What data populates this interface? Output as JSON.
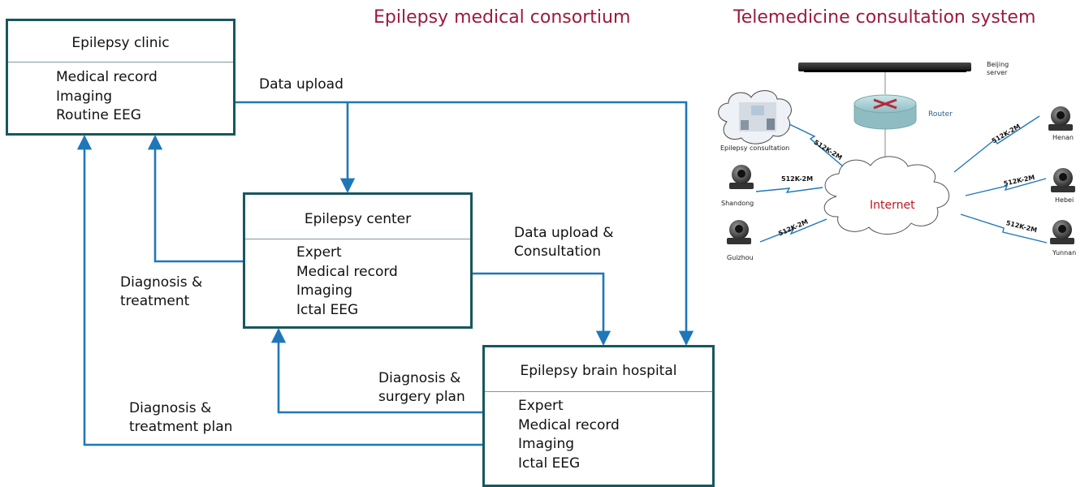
{
  "titles": {
    "consortium": "Epilepsy medical consortium",
    "telemedicine": "Telemedicine consultation system"
  },
  "clinic": {
    "title": "Epilepsy clinic",
    "items": [
      "Medical record",
      "Imaging",
      "Routine EEG"
    ]
  },
  "center": {
    "title": "Epilepsy center",
    "items": [
      "Expert",
      "Medical record",
      "Imaging",
      "Ictal EEG"
    ]
  },
  "hospital": {
    "title": "Epilepsy brain hospital",
    "items": [
      "Expert",
      "Medical record",
      "Imaging",
      "Ictal EEG"
    ]
  },
  "flows": {
    "data_upload": "Data upload",
    "data_upload_consultation": [
      "Data upload &",
      "Consultation"
    ],
    "diagnosis_treatment": [
      "Diagnosis &",
      "treatment"
    ],
    "diagnosis_surgery": [
      "Diagnosis &",
      "surgery plan"
    ],
    "diagnosis_treatment_plan": [
      "Diagnosis &",
      "treatment plan"
    ]
  },
  "network": {
    "server": [
      "Beijing",
      "server"
    ],
    "router": "Router",
    "internet": "Internet",
    "bandwidth": "512K-2M",
    "nodes": {
      "epilepsy_consultation": "Epilepsy consultation",
      "shandong": "Shandong",
      "guizhou": "Guizhou",
      "henan": "Henan",
      "hebei": "Hebei",
      "yunnan": "Yunnan"
    }
  },
  "colors": {
    "arrow": "#1f77b9",
    "box_border": "#17575e",
    "title": "#9b1b3c",
    "internet_text": "#c0141b",
    "router_text": "#2f5f8f"
  }
}
